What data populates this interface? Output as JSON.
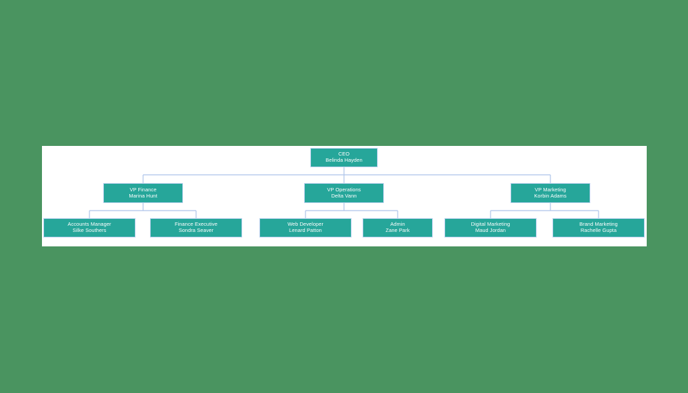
{
  "colors": {
    "background": "#4a9460",
    "canvas": "#ffffff",
    "node_fill": "#26a69a",
    "node_border": "#bcd2ef",
    "connector": "#aec4ea",
    "node_text": "#ffffff"
  },
  "chart_data": {
    "type": "diagram",
    "diagram_type": "org-chart",
    "title": "",
    "orientation": "top-down",
    "levels": 3,
    "nodes": [
      {
        "id": "ceo",
        "role": "CEO",
        "person": "Belinda Hayden",
        "level": 1,
        "parent": null
      },
      {
        "id": "vpfin",
        "role": "VP Finance",
        "person": "Marina Hunt",
        "level": 2,
        "parent": "ceo"
      },
      {
        "id": "vpops",
        "role": "VP Operations",
        "person": "Delta Vann",
        "level": 2,
        "parent": "ceo"
      },
      {
        "id": "vpmkt",
        "role": "VP Marketing",
        "person": "Korbin Adams",
        "level": 2,
        "parent": "ceo"
      },
      {
        "id": "acct",
        "role": "Accounts Manager",
        "person": "Silke Southers",
        "level": 3,
        "parent": "vpfin"
      },
      {
        "id": "finex",
        "role": "Finance Executive",
        "person": "Sondra Seaver",
        "level": 3,
        "parent": "vpfin"
      },
      {
        "id": "webd",
        "role": "Web Developer",
        "person": "Lenard Patton",
        "level": 3,
        "parent": "vpops"
      },
      {
        "id": "admin",
        "role": "Admin",
        "person": "Zane Park",
        "level": 3,
        "parent": "vpops"
      },
      {
        "id": "digmk",
        "role": "Digital Marketing",
        "person": "Maud Jordan",
        "level": 3,
        "parent": "vpmkt"
      },
      {
        "id": "brmk",
        "role": "Brand Marketing",
        "person": "Rachelle Gupta",
        "level": 3,
        "parent": "vpmkt"
      }
    ]
  },
  "org_chart": {
    "ceo": {
      "role": "CEO",
      "person": "Belinda Hayden"
    },
    "vpfin": {
      "role": "VP Finance",
      "person": "Marina Hunt"
    },
    "vpops": {
      "role": "VP Operations",
      "person": "Delta Vann"
    },
    "vpmkt": {
      "role": "VP Marketing",
      "person": "Korbin Adams"
    },
    "acct": {
      "role": "Accounts Manager",
      "person": "Silke Southers"
    },
    "finex": {
      "role": "Finance Executive",
      "person": "Sondra Seaver"
    },
    "webd": {
      "role": "Web Developer",
      "person": "Lenard Patton"
    },
    "admin": {
      "role": "Admin",
      "person": "Zane Park"
    },
    "digmk": {
      "role": "Digital Marketing",
      "person": "Maud Jordan"
    },
    "brmk": {
      "role": "Brand Marketing",
      "person": "Rachelle Gupta"
    }
  }
}
